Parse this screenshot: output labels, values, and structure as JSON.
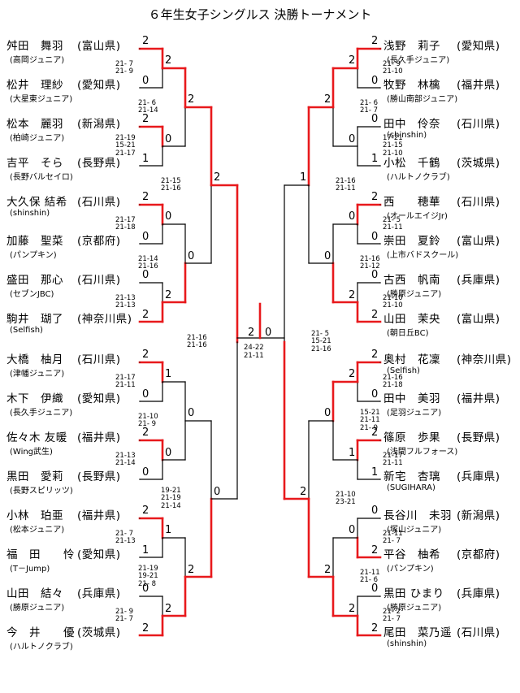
{
  "title": "６年生女子シングルス 決勝トーナメント",
  "left_players": [
    {
      "name": "舛田　舞羽",
      "pref": "(富山県)",
      "team": "(高岡ジュニア)"
    },
    {
      "name": "松井　理紗",
      "pref": "(愛知県)",
      "team": "(大星東ジュニア)"
    },
    {
      "name": "松本　麗羽",
      "pref": "(新潟県)",
      "team": "(柏崎ジュニア)"
    },
    {
      "name": "吉平　そら",
      "pref": "(長野県)",
      "team": "(長野バルセイロ)"
    },
    {
      "name": "大久保 結希",
      "pref": "(石川県)",
      "team": "(shinshin)"
    },
    {
      "name": "加藤　聖菜",
      "pref": "(京都府)",
      "team": "(パンプキン)"
    },
    {
      "name": "盛田　那心",
      "pref": "(石川県)",
      "team": "(セブンJBC)"
    },
    {
      "name": "駒井　瑚了",
      "pref": "(神奈川県)",
      "team": "(Selfish)"
    },
    {
      "name": "大橋　柚月",
      "pref": "(石川県)",
      "team": "(津幡ジュニア)"
    },
    {
      "name": "木下　伊織",
      "pref": "(愛知県)",
      "team": "(長久手ジュニア)"
    },
    {
      "name": "佐々木 友暖",
      "pref": "(福井県)",
      "team": "(Wing武生)"
    },
    {
      "name": "黒田　愛莉",
      "pref": "(長野県)",
      "team": "(長野スピリッツ)"
    },
    {
      "name": "小林　珀亜",
      "pref": "(福井県)",
      "team": "(松本ジュニア)"
    },
    {
      "name": "福　田　　怜",
      "pref": "(愛知県)",
      "team": "(T－Jump)"
    },
    {
      "name": "山田　結々",
      "pref": "(兵庫県)",
      "team": "(勝原ジュニア)"
    },
    {
      "name": "今　井　　優",
      "pref": "(茨城県)",
      "team": "(ハルトノクラブ)"
    }
  ],
  "right_players": [
    {
      "name": "浅野　莉子",
      "pref": "(愛知県)",
      "team": "(長久手ジュニア)"
    },
    {
      "name": "牧野　林檎",
      "pref": "(福井県)",
      "team": "(勝山南部ジュニア)"
    },
    {
      "name": "田中　伶奈",
      "pref": "(石川県)",
      "team": "(shinshin)"
    },
    {
      "name": "小松　千鶴",
      "pref": "(茨城県)",
      "team": "(ハルトノクラブ)"
    },
    {
      "name": "西　　穂華",
      "pref": "(石川県)",
      "team": "(オールエイジJr)"
    },
    {
      "name": "崇田　夏鈴",
      "pref": "(富山県)",
      "team": "(上市バドスクール)"
    },
    {
      "name": "古西　帆南",
      "pref": "(兵庫県)",
      "team": "(勝原ジュニア)"
    },
    {
      "name": "山田　茉央",
      "pref": "(富山県)",
      "team": "(朝日丘BC)"
    },
    {
      "name": "奥村　花凜",
      "pref": "(神奈川県)",
      "team": "(Selfish)"
    },
    {
      "name": "田中　美羽",
      "pref": "(福井県)",
      "team": "(足羽ジュニア)"
    },
    {
      "name": "篠原　歩果",
      "pref": "(長野県)",
      "team": "(浅間フルフォース)"
    },
    {
      "name": "新宅　杏璃",
      "pref": "(兵庫県)",
      "team": "(SUGIHARA)"
    },
    {
      "name": "長谷川　未羽",
      "pref": "(新潟県)",
      "team": "(塚山ジュニア)"
    },
    {
      "name": "平谷　柚希",
      "pref": "(京都府)",
      "team": "(パンプキン)"
    },
    {
      "name": "黒田 ひまり",
      "pref": "(兵庫県)",
      "team": "(勝原ジュニア)"
    },
    {
      "name": "尾田　菜乃遥",
      "pref": "(石川県)",
      "team": "(shinshin)"
    }
  ],
  "colors": {
    "winner_line": "#e8191c",
    "line": "#000000"
  },
  "left_r1": [
    {
      "scores": [
        "2",
        "0"
      ],
      "games": "21- 7\n21- 9"
    },
    {
      "scores": [
        "2",
        "1"
      ],
      "games": "21-19\n15-21\n21-17"
    },
    {
      "scores": [
        "2",
        "0"
      ],
      "games": "21-17\n21-18"
    },
    {
      "scores": [
        "0",
        "2"
      ],
      "games": "21-13\n21-13"
    },
    {
      "scores": [
        "2",
        "0"
      ],
      "games": "21-17\n21-11"
    },
    {
      "scores": [
        "2",
        "0"
      ],
      "games": "21-13\n21-14"
    },
    {
      "scores": [
        "2",
        "1"
      ],
      "games": "21- 7\n21-13"
    },
    {
      "scores": [
        "0",
        "2"
      ],
      "games": "21- 9\n21- 7"
    }
  ],
  "left_r2": [
    {
      "scores": [
        "2",
        "0"
      ],
      "games": "21- 6\n21-14"
    },
    {
      "scores": [
        "0",
        "2"
      ],
      "games": "21-14\n21-16"
    },
    {
      "scores": [
        "1",
        "0"
      ],
      "games": "21-10\n21- 9"
    },
    {
      "scores": [
        "1",
        "2"
      ],
      "games": "21-19\n19-21\n21- 8"
    }
  ],
  "left_r3": [
    {
      "scores": [
        "2",
        "0"
      ],
      "games": "21-15\n21-16"
    },
    {
      "scores": [
        "0",
        "2"
      ],
      "games": "19-21\n21-19\n21-14"
    }
  ],
  "left_r4": {
    "scores": [
      "2",
      "0"
    ],
    "games": "21-16\n21-16"
  },
  "final": {
    "scores": [
      "2",
      "0"
    ],
    "games": "24-22\n21-11"
  },
  "right_r4": {
    "scores": [
      "1",
      "2"
    ],
    "games": "21- 5\n15-21\n21-16"
  },
  "right_r3": [
    {
      "scores": [
        "2",
        "0"
      ],
      "games": "21-16\n21-11"
    },
    {
      "scores": [
        "0",
        "2"
      ],
      "games": "21-10\n23-21"
    }
  ],
  "right_r2": [
    {
      "scores": [
        "2",
        "0"
      ],
      "games": "21- 6\n21- 7"
    },
    {
      "scores": [
        "0",
        "2"
      ],
      "games": "21-16\n21-12"
    },
    {
      "scores": [
        "2",
        "1"
      ],
      "games": "15-21\n21-11\n21- 9"
    },
    {
      "scores": [
        "0",
        "2"
      ],
      "games": "21-11\n21- 6"
    }
  ],
  "right_r1": [
    {
      "scores": [
        "2",
        "0"
      ],
      "games": "21- 9\n21-10"
    },
    {
      "scores": [
        "0",
        "1"
      ],
      "games": "17-21\n21-15\n21-10"
    },
    {
      "scores": [
        "2",
        "0"
      ],
      "games": "21- 5\n21-11"
    },
    {
      "scores": [
        "0",
        "2"
      ],
      "games": "21-10\n21-10"
    },
    {
      "scores": [
        "2",
        "0"
      ],
      "games": "21-16\n21-18"
    },
    {
      "scores": [
        "2",
        "1"
      ],
      "games": "21-17\n21-11"
    },
    {
      "scores": [
        "0",
        "2"
      ],
      "games": "21-11\n21- 7"
    },
    {
      "scores": [
        "0",
        "2"
      ],
      "games": "21- 2\n21- 7"
    }
  ]
}
